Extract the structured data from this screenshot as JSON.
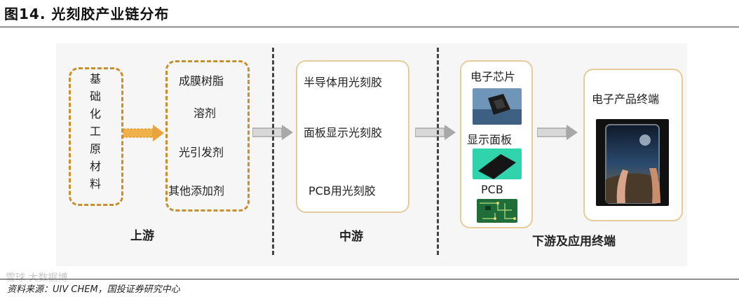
{
  "header": {
    "title": "图14. 光刻胶产业链分布"
  },
  "diagram": {
    "upstream": {
      "raw_materials": "基础化工原材料",
      "components": [
        "成膜树脂",
        "溶剂",
        "光引发剂",
        "其他添加剂"
      ],
      "label": "上游"
    },
    "midstream": {
      "products": [
        "半导体用光刻胶",
        "面板显示光刻胶",
        "PCB用光刻胶"
      ],
      "label": "中游"
    },
    "downstream": {
      "applications": [
        "电子芯片",
        "显示面板",
        "PCB"
      ],
      "end_product": "电子产品终端",
      "label": "下游及应用终端"
    }
  },
  "footer": {
    "source": "资料来源：UIV CHEM，国投证券研究中心",
    "watermark": "雪球 大数据博"
  },
  "colors": {
    "dashed_border": "#c7902e",
    "solid_border": "#e6cc9c",
    "arrow": "#a8a8a8",
    "arrow_orange": "#e8a33c"
  }
}
